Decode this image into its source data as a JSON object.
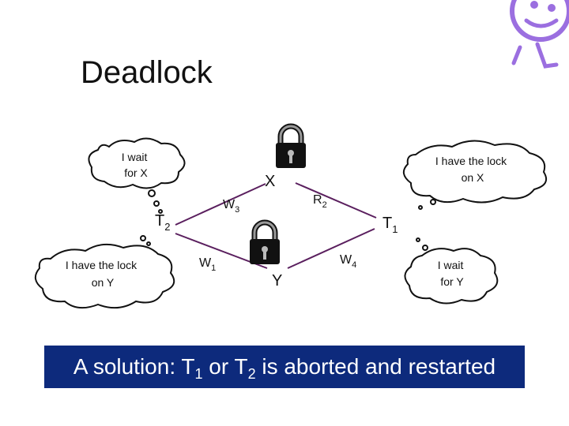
{
  "slide": {
    "title": "Deadlock"
  },
  "nodes": {
    "t2": {
      "base": "T",
      "sub": "2"
    },
    "t1": {
      "base": "T",
      "sub": "1"
    },
    "x": "X",
    "y": "Y"
  },
  "edges": {
    "w3": {
      "base": "W",
      "sub": "3"
    },
    "r2": {
      "base": "R",
      "sub": "2"
    },
    "w1": {
      "base": "W",
      "sub": "1"
    },
    "w4": {
      "base": "W",
      "sub": "4"
    }
  },
  "thoughts": {
    "t2_wait": [
      "I wait",
      "for X"
    ],
    "t2_have": [
      "I have the lock",
      "on  Y"
    ],
    "t1_have": [
      "I have the lock",
      "on  X"
    ],
    "t1_wait": [
      "I wait",
      "for Y"
    ]
  },
  "banner": {
    "prefix": "A solution:  T",
    "sub1": "1",
    "middle": " or T",
    "sub2": "2",
    "suffix": "  is aborted and restarted"
  },
  "colors": {
    "edge": "#5a1f5e",
    "banner_bg": "#0d2a7c",
    "logo": "#9b6fe0"
  }
}
